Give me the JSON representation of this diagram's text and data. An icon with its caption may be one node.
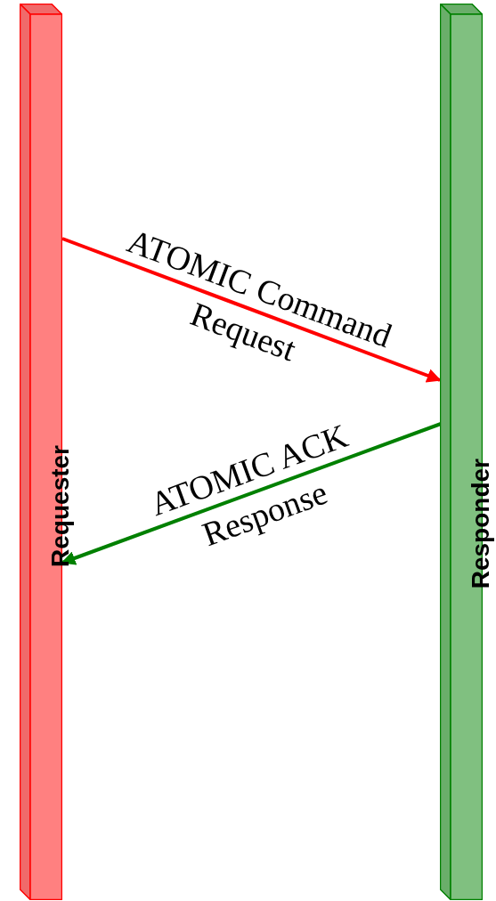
{
  "diagram": {
    "nodes": [
      {
        "text": [
          "Requester"
        ]
      },
      {
        "text": [
          "Responder"
        ]
      }
    ],
    "edges": [
      {
        "from": 0,
        "to": 1,
        "arrow": "to",
        "label": "ATOMIC Command Request",
        "color": "#ff0000"
      },
      {
        "from": 1,
        "to": 0,
        "arrow": "to",
        "label": "ATOMIC ACK Response",
        "color": "#008000"
      }
    ]
  }
}
